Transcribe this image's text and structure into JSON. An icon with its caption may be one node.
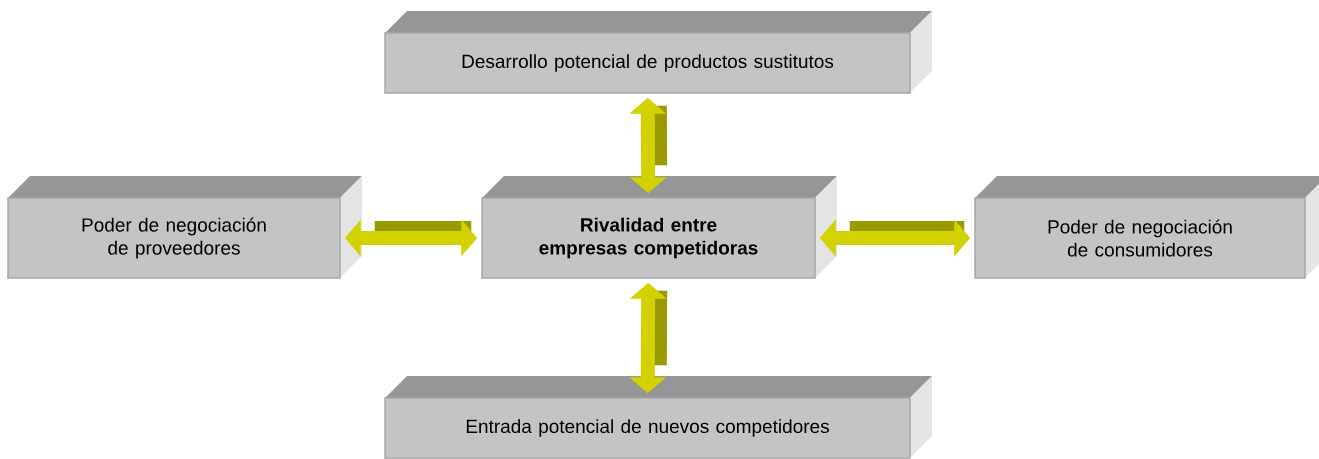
{
  "diagram": {
    "nodes": [
      {
        "text": [
          "Desarrollo potencial de productos sustitutos"
        ]
      },
      {
        "text": [
          "Poder de negociación de proveedores"
        ]
      },
      {
        "text": [
          "Rivalidad entre empresas competidoras"
        ]
      },
      {
        "text": [
          "Poder de negociación de consumidores"
        ]
      },
      {
        "text": [
          "Entrada potencial de nuevos competidores"
        ]
      }
    ],
    "edges": [
      {
        "from": 2,
        "to": 0,
        "arrow": "both"
      },
      {
        "from": 1,
        "to": 2,
        "arrow": "both"
      },
      {
        "from": 2,
        "to": 3,
        "arrow": "both"
      },
      {
        "from": 2,
        "to": 4,
        "arrow": "both"
      }
    ]
  }
}
